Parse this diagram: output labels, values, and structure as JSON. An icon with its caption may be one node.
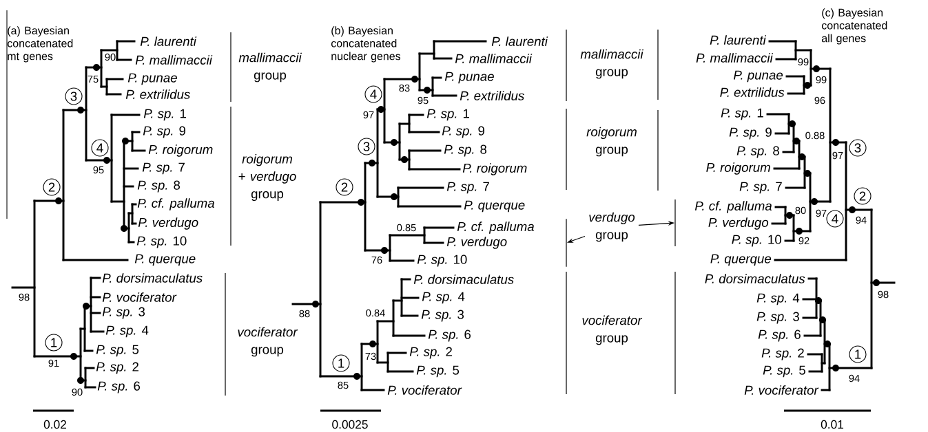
{
  "diagram": {
    "nodes": [
      {
        "text": [],
        "shape": "bar"
      },
      {
        "text": [
          "*verdugo* group"
        ]
      },
      {
        "text": [],
        "shape": "bar"
      }
    ],
    "edges": [
      {
        "from": 1,
        "to": 0,
        "arrow": "to"
      },
      {
        "from": 1,
        "to": 2,
        "arrow": "to"
      }
    ],
    "labels": [
      "(a) Bayesian concatenated mt genes",
      "P. laurenti",
      "P. mallimaccii",
      "P. punae",
      "P. extrilidus",
      "*P. sp.* 1",
      "*P. sp.* 9",
      "P. roigorum",
      "*P. sp.* 7",
      "*P. sp.* 8",
      "P. cf. palluma",
      "P. verdugo",
      "*P. sp.* 10",
      "P. querque",
      "P. dorsimaculatus",
      "P. vociferator",
      "*P. sp.* 3",
      "*P. sp.* 4",
      "*P. sp.* 5",
      "*P. sp.* 2",
      "*P. sp.* 6",
      "90",
      "75",
      "3",
      "4",
      "95",
      "2",
      "98",
      "1",
      "91",
      "90",
      "*mallimaccii* group",
      "*roigorum* + *verdugo* group",
      "*vociferator* group",
      "0.02",
      "(b) Bayesian concatenated nuclear genes",
      "P. laurenti",
      "P. mallimaccii",
      "P. punae",
      "P. extrilidus",
      "*P. sp.* 1",
      "*P. sp.* 9",
      "*P. sp.* 8",
      "P. roigorum",
      "*P. sp.* 7",
      "P. querque",
      "P. cf. palluma",
      "P. verdugo",
      "*P. sp.* 10",
      "P. dorsimaculatus",
      "*P. sp.* 4",
      "*P. sp.* 3",
      "*P. sp.* 6",
      "*P. sp.* 2",
      "*P. sp.* 5",
      "P. vociferator",
      "4",
      "83",
      "95",
      "97",
      "3",
      "2",
      "0.85",
      "76",
      "88",
      "0.84",
      "73",
      "1",
      "85",
      "*mallimaccii* group",
      "*roigorum* group",
      "*vociferator* group",
      "0.0025",
      "(c) Bayesian concatenated all genes",
      "P. laurenti",
      "P. mallimaccii",
      "P. punae",
      "P. extrilidus",
      "*P. sp.* 1",
      "*P. sp.* 9",
      "*P. sp.* 8",
      "P. roigorum",
      "*P. sp.* 7",
      "P. cf. palluma",
      "P. verdugo",
      "*P. sp.* 10",
      "P. querque",
      "P. dorsimaculatus",
      "*P. sp.* 4",
      "*P. sp.* 3",
      "*P. sp.* 6",
      "*P. sp.* 2",
      "*P. sp.* 5",
      "P. vociferator",
      "99",
      "99",
      "96",
      "0.88",
      "97",
      "3",
      "2",
      "80",
      "97",
      "4",
      "94",
      "92",
      "98",
      "1",
      "94",
      "0.01"
    ]
  }
}
